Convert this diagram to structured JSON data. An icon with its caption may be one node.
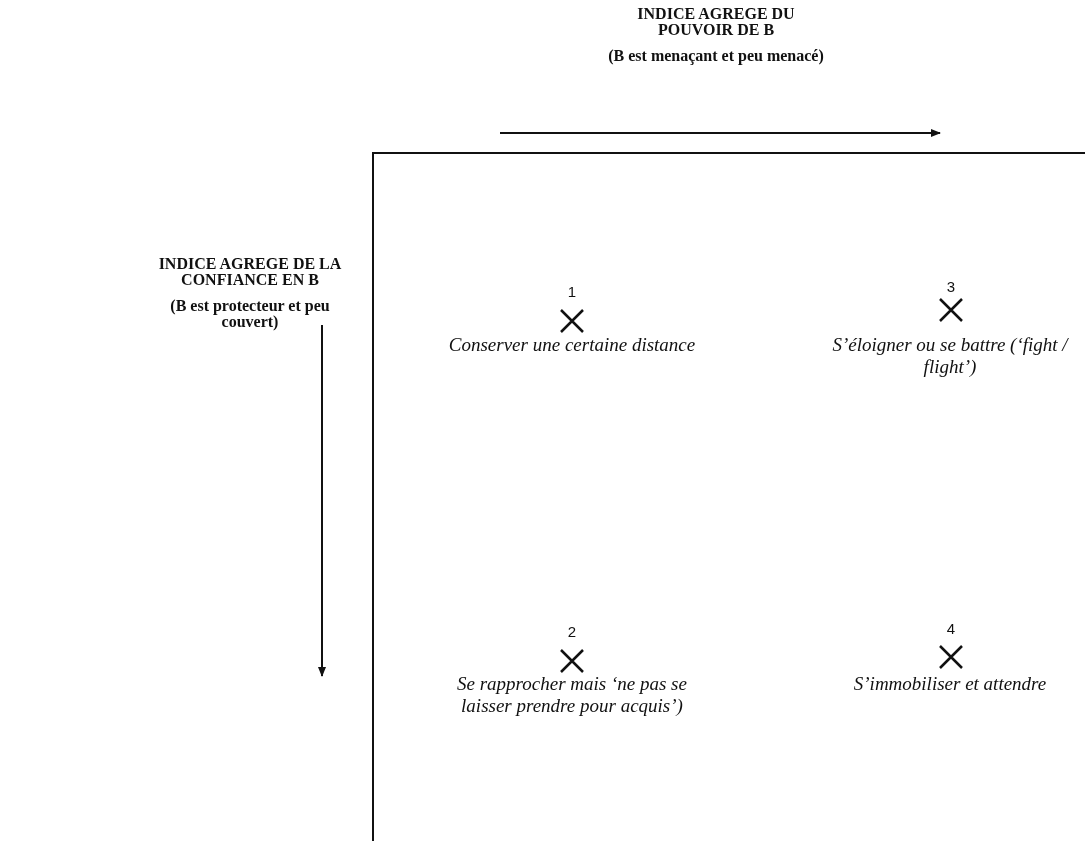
{
  "diagram": {
    "labels": [
      "INDICE AGREGE DU POUVOIR DE B",
      "(B est menaçant et peu menacé)",
      "1",
      "3",
      "Conserver une certaine distance",
      "S’éloigner ou se battre (‘fight / flight’)",
      "INDICE AGREGE DE LA CONFIANCE EN B",
      "(B est protecteur et peu couvert)",
      "2",
      "4",
      "Se rapprocher mais ‘ne pas se laisser prendre pour acquis’)",
      "S’immobiliser et attendre"
    ]
  }
}
